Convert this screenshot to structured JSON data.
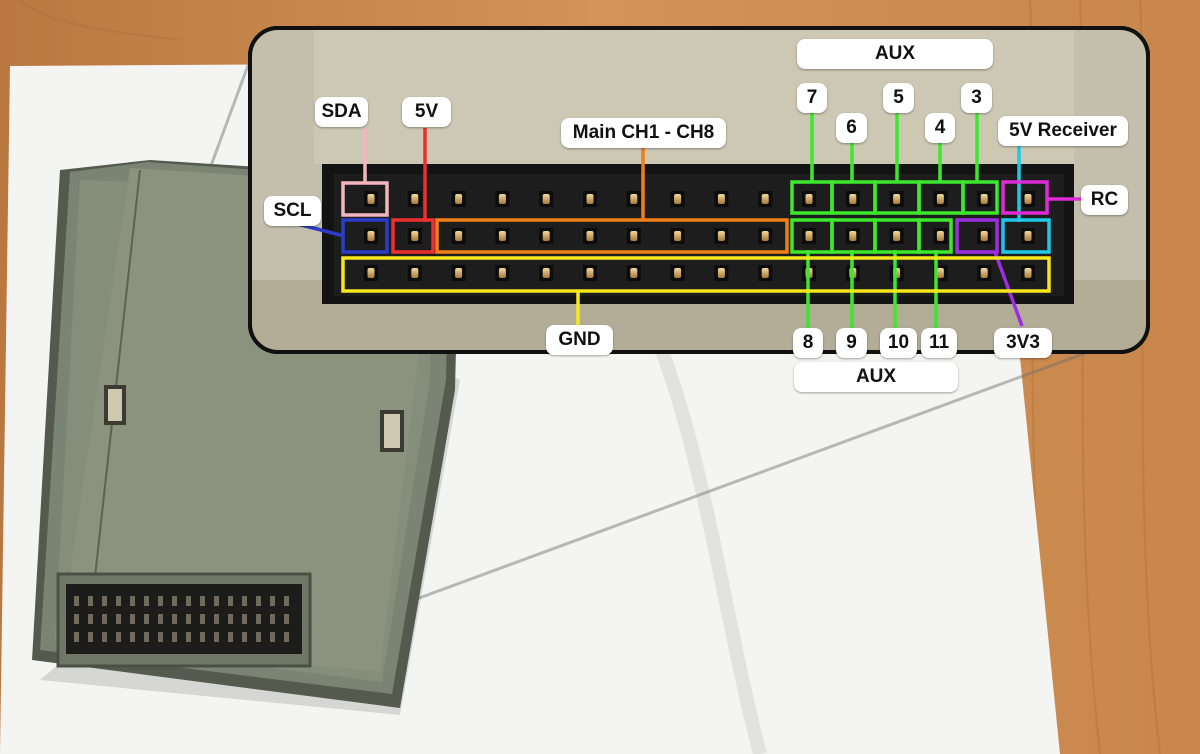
{
  "labels": {
    "sda": "SDA",
    "v5": "5V",
    "main": "Main CH1 - CH8",
    "aux_top": "AUX",
    "aux_bottom": "AUX",
    "ch7": "7",
    "ch6": "6",
    "ch5": "5",
    "ch4": "4",
    "ch3": "3",
    "receiver_5v": "5V Receiver",
    "scl": "SCL",
    "rc": "RC",
    "gnd": "GND",
    "ch8": "8",
    "ch9": "9",
    "ch10": "10",
    "ch11": "11",
    "v3v3": "3V3"
  },
  "colors": {
    "sda": "#f4b6be",
    "v5": "#ef2e2e",
    "main": "#f07f17",
    "aux": "#3ce82c",
    "receiver_5v": "#1ec8e6",
    "scl": "#2a3cc8",
    "rc": "#e02ad8",
    "gnd": "#f5e81a",
    "v3v3": "#9b2ee0"
  },
  "header": {
    "columns": 16,
    "rows": 3
  }
}
